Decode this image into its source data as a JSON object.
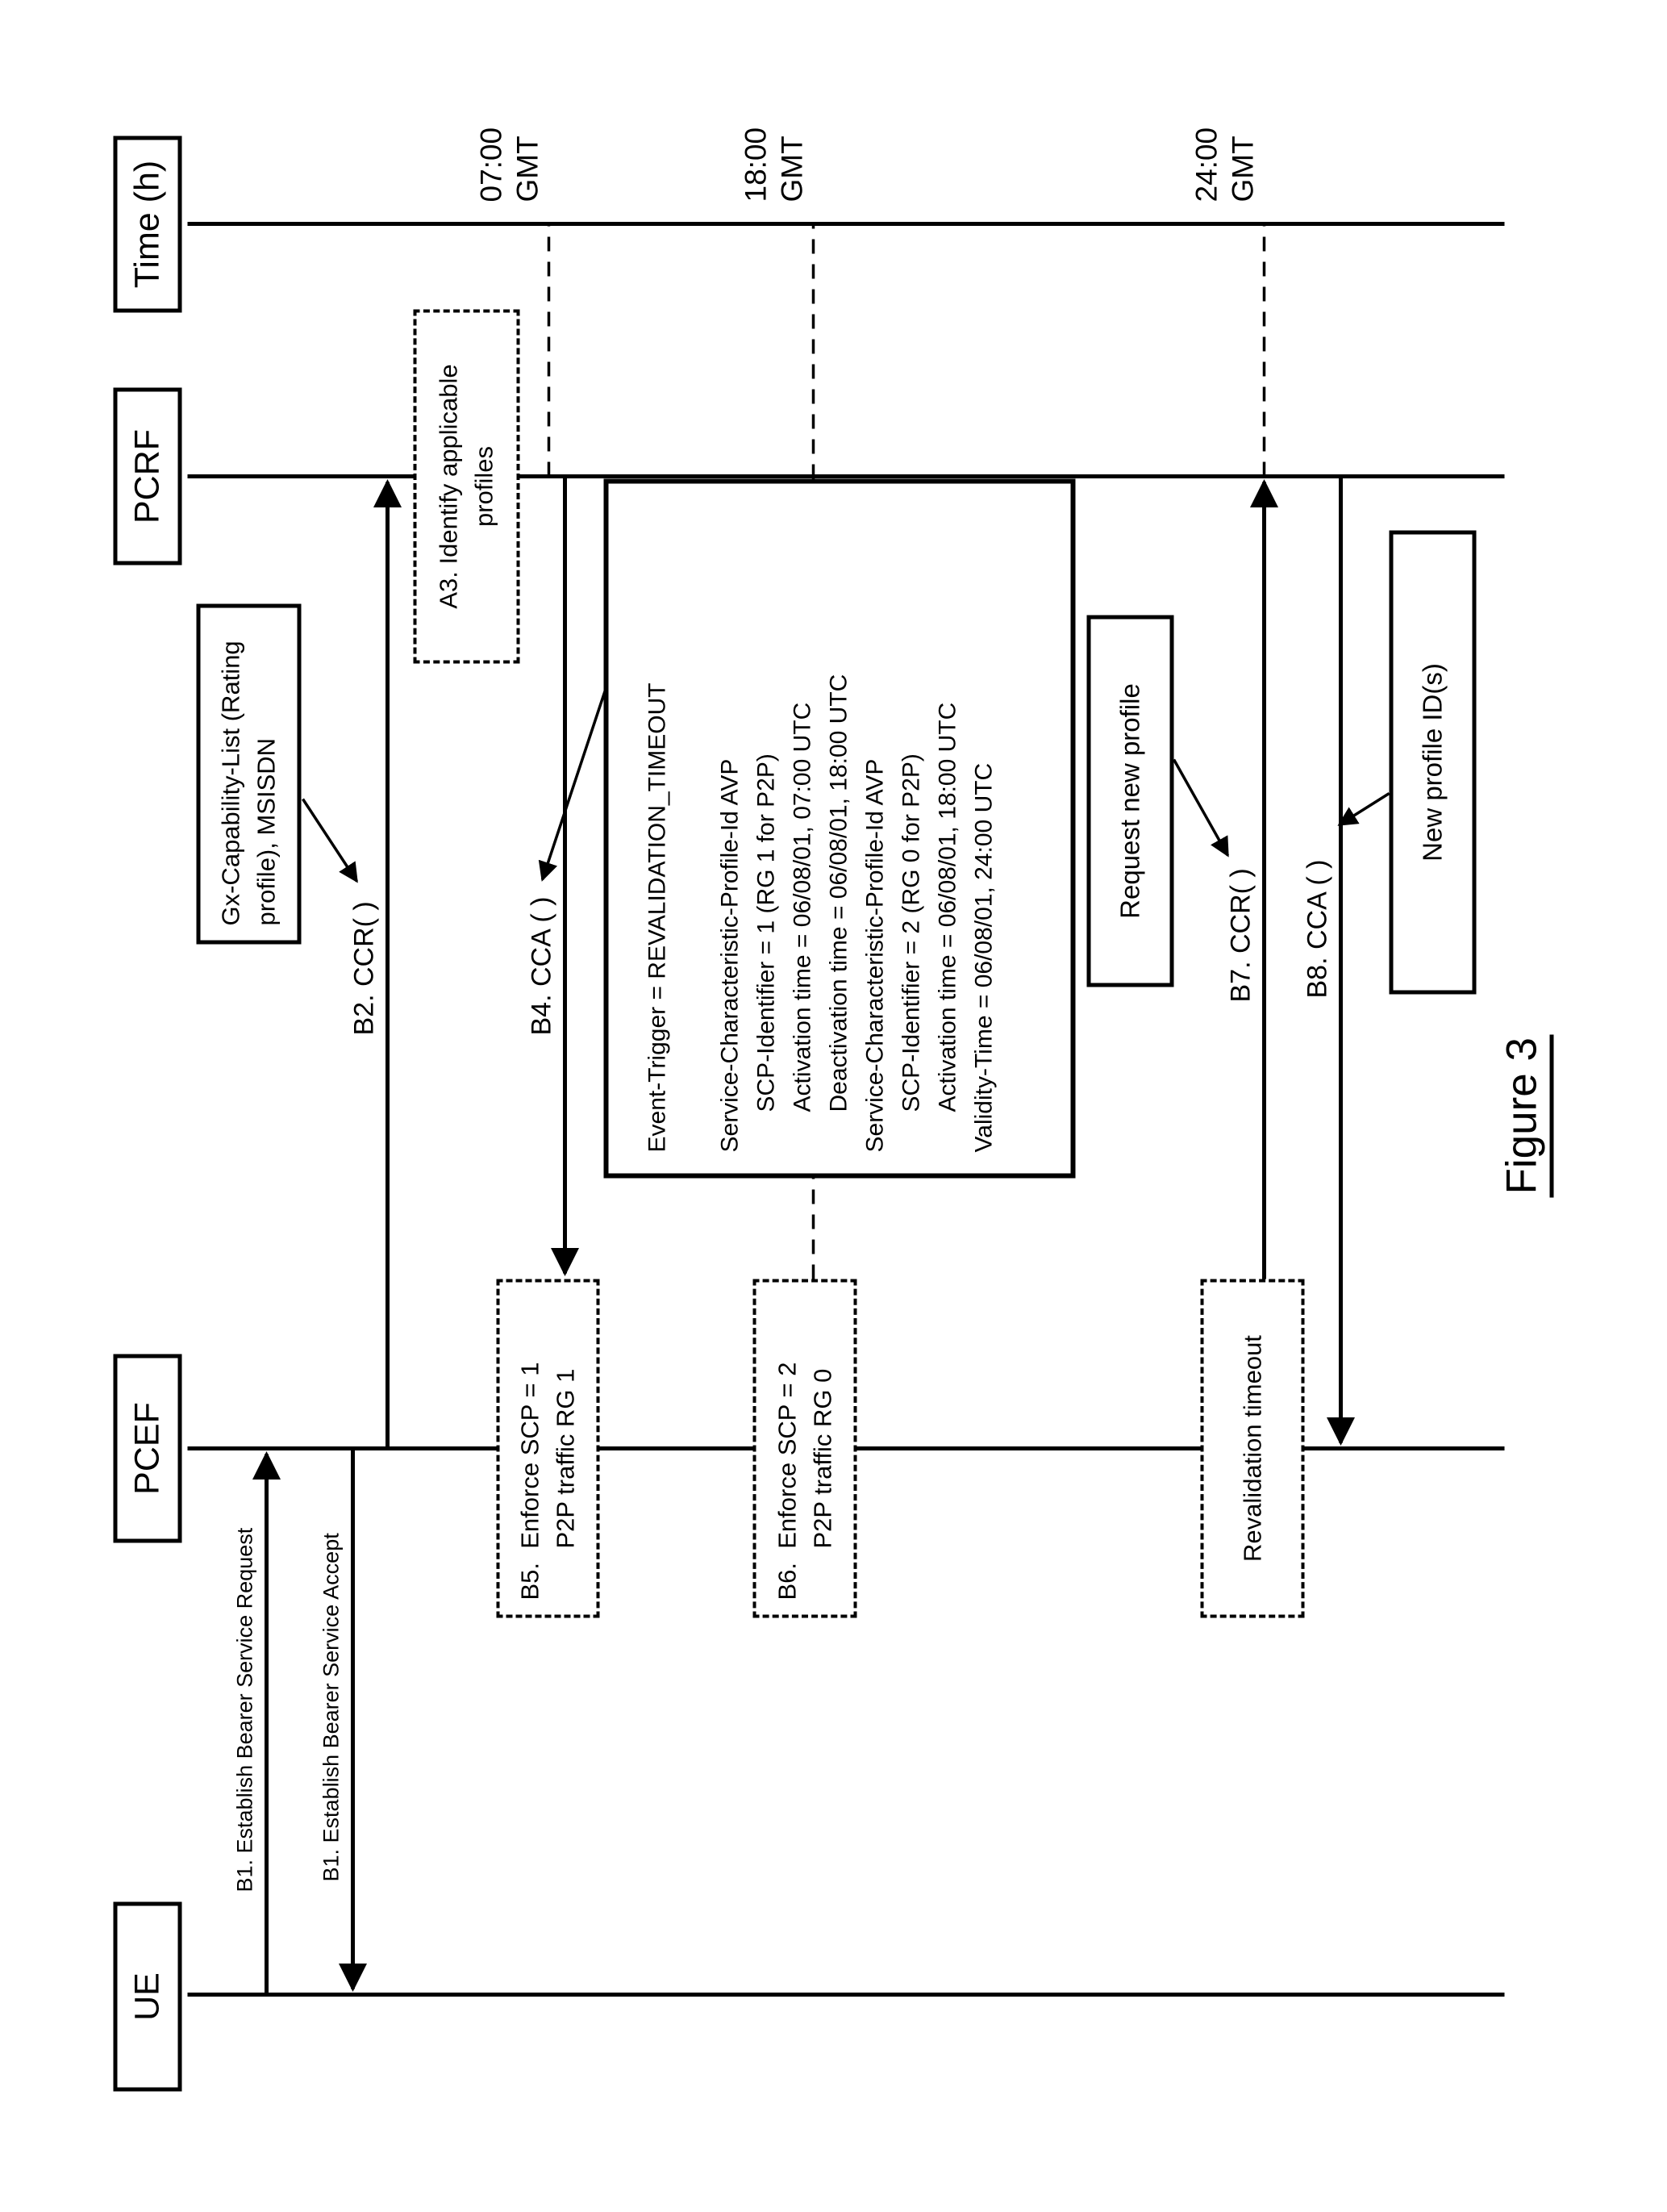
{
  "figure": {
    "label": "Figure 3"
  },
  "colors": {
    "ink": "#000000",
    "paper": "#ffffff"
  },
  "lifelines": [
    {
      "id": "ue",
      "label": "UE"
    },
    {
      "id": "pcef",
      "label": "PCEF"
    },
    {
      "id": "pcrf",
      "label": "PCRF"
    },
    {
      "id": "time",
      "label": "Time (h)"
    }
  ],
  "time_markers": [
    {
      "time": "07:00",
      "zone": "GMT"
    },
    {
      "time": "18:00",
      "zone": "GMT"
    },
    {
      "time": "24:00",
      "zone": "GMT"
    }
  ],
  "messages": {
    "b1_request": "B1. Establish Bearer Service Request",
    "b1_accept": "B1. Establish Bearer Service Accept",
    "b2_ccr": "B2. CCR( )",
    "b4_cca": "B4. CCA ( )",
    "b7_ccr": "B7. CCR( )",
    "b8_cca": "B8. CCA ( )"
  },
  "notes": {
    "gx_capability": {
      "line1": "Gx-Capability-List (Rating",
      "line2": "profile), MSISDN"
    },
    "a3_identify": {
      "line1": "A3. Identify applicable",
      "line2": "profiles"
    },
    "b5_enforce": {
      "line1": "B5.  Enforce SCP = 1",
      "line2": "P2P traffic RG 1"
    },
    "b6_enforce": {
      "line1": "B6.  Enforce SCP = 2",
      "line2": "P2P traffic RG 0"
    },
    "revalidation": {
      "line1": "Revalidation timeout"
    },
    "request_new_profile": {
      "line1": "Request new profile"
    },
    "new_profile_ids": {
      "line1": "New profile ID(s)"
    },
    "cca_payload": {
      "lines": [
        "Event-Trigger = REVALIDATION_TIMEOUT",
        " ",
        "Service-Characteristic-Profile-Id AVP",
        "      SCP-Identifier = 1 (RG 1 for P2P)",
        "      Activation time = 06/08/01, 07:00 UTC",
        "      Deactivation time = 06/08/01, 18:00 UTC",
        "Service-Characteristic-Profile-Id AVP",
        "      SCP-Identifier = 2 (RG 0 for P2P)",
        "      Activation time = 06/08/01, 18:00 UTC",
        "Validity-Time = 06/08/01, 24:00 UTC"
      ]
    }
  }
}
